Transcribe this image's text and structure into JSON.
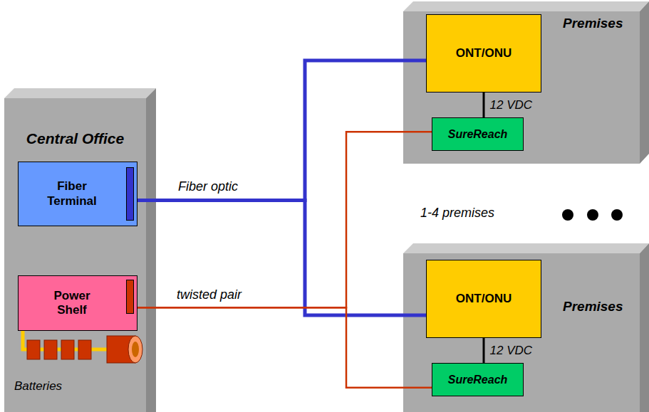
{
  "diagram": {
    "nodes": [
      {
        "text": [
          "Central Office"
        ]
      },
      {
        "text": [
          "Fiber Terminal"
        ],
        "in": 0
      },
      {
        "text": [
          "Power Shelf"
        ],
        "in": 0
      },
      {
        "text": [
          "Premises"
        ]
      },
      {
        "text": [
          "ONT/ONU"
        ],
        "in": 3
      },
      {
        "text": [
          "SureReach"
        ],
        "in": 3
      },
      {
        "text": [
          "Premises"
        ]
      },
      {
        "text": [
          "ONT/ONU"
        ],
        "in": 6
      },
      {
        "text": [
          "SureReach"
        ],
        "in": 6
      }
    ],
    "edges": [
      {
        "from": 1,
        "to": 4,
        "label": "Fiber optic",
        "arrow": "none"
      },
      {
        "from": 1,
        "to": 7,
        "arrow": "none"
      },
      {
        "from": 2,
        "to": 5,
        "label": "twisted pair",
        "arrow": "none"
      },
      {
        "from": 2,
        "to": 8,
        "arrow": "none"
      },
      {
        "from": 4,
        "to": 5,
        "label": "12 VDC",
        "arrow": "none"
      },
      {
        "from": 7,
        "to": 8,
        "label": "12 VDC",
        "arrow": "none"
      }
    ],
    "labels": [
      "1-4 premises",
      "Batteries"
    ]
  }
}
